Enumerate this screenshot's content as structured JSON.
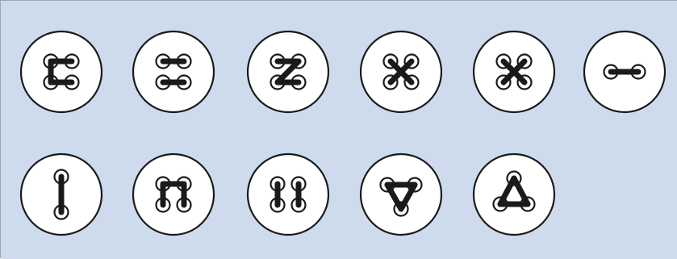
{
  "colors": {
    "background": "#cddbed",
    "button_fill": "#ffffff",
    "stroke": "#1a1a1a",
    "border": "#9aa8b8"
  },
  "buttons": [
    {
      "id": "four-hole-c-stitch",
      "holes": 4,
      "pattern": "c-shape"
    },
    {
      "id": "four-hole-parallel-horizontal",
      "holes": 4,
      "pattern": "parallel-horizontal"
    },
    {
      "id": "four-hole-z-stitch",
      "holes": 4,
      "pattern": "z-shape"
    },
    {
      "id": "four-hole-cross-a",
      "holes": 4,
      "pattern": "cross"
    },
    {
      "id": "four-hole-cross-b",
      "holes": 4,
      "pattern": "cross"
    },
    {
      "id": "two-hole-horizontal",
      "holes": 2,
      "pattern": "horizontal"
    },
    {
      "id": "two-hole-vertical",
      "holes": 2,
      "pattern": "vertical"
    },
    {
      "id": "four-hole-arch",
      "holes": 4,
      "pattern": "n-shape"
    },
    {
      "id": "four-hole-parallel-vertical",
      "holes": 4,
      "pattern": "parallel-vertical"
    },
    {
      "id": "three-hole-triangle-down",
      "holes": 3,
      "pattern": "triangle-down"
    },
    {
      "id": "three-hole-triangle-up",
      "holes": 3,
      "pattern": "triangle-up"
    }
  ]
}
